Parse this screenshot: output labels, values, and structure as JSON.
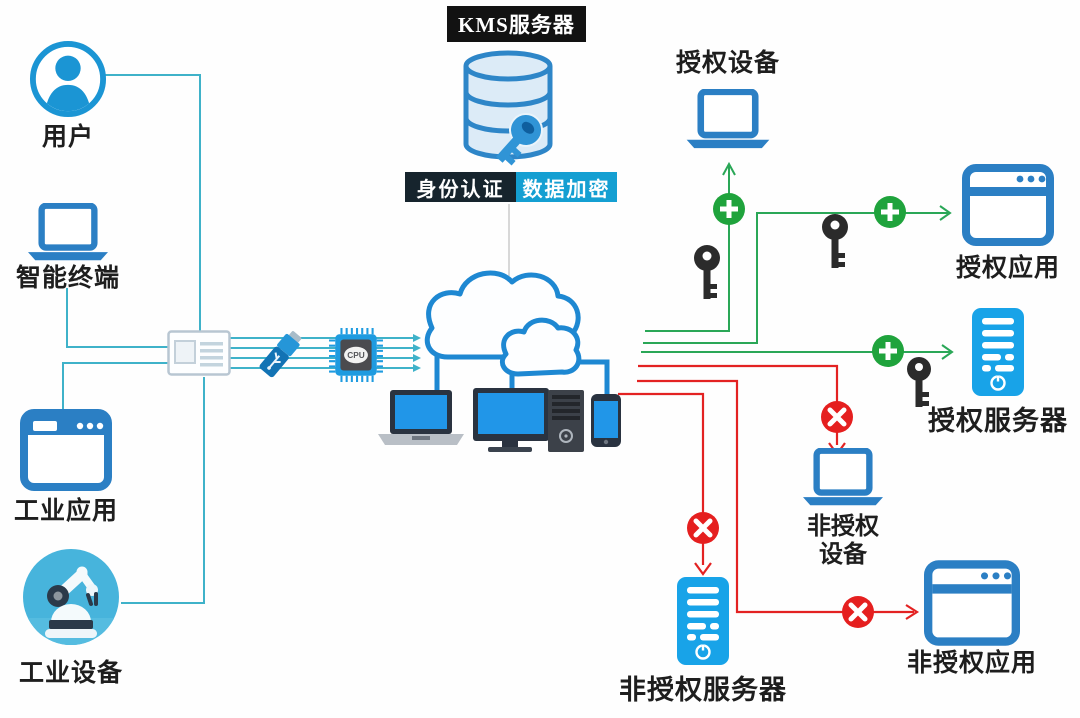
{
  "palette": {
    "line_teal": "#3fb2c9",
    "line_green": "#2aa757",
    "line_red": "#e32222",
    "device_blue_outline": "#2b7fc4",
    "server_blue": "#18a3e8",
    "badge_dark_bg": "#16242d",
    "badge_cyan_bg": "#149fd2",
    "kms_label_bg": "#121212",
    "allow_green": "#1fa33c",
    "deny_red": "#e51f1f",
    "key_black": "#2b2b2b",
    "cloud_blue": "#1e88d2"
  },
  "kms": {
    "title": "KMS服务器",
    "auth_label": "身份认证",
    "encrypt_label": "数据加密"
  },
  "left_nodes": {
    "user": "用户",
    "smart_terminal": "智能终端",
    "industrial_app": "工业应用",
    "industrial_device": "工业设备"
  },
  "right_nodes": {
    "auth_device": "授权设备",
    "auth_app": "授权应用",
    "auth_server": "授权服务器",
    "unauth_device_line1": "非授权",
    "unauth_device_line2": "设备",
    "unauth_server": "非授权服务器",
    "unauth_app": "非授权应用"
  },
  "icons": {
    "cpu_label": "CPU"
  }
}
